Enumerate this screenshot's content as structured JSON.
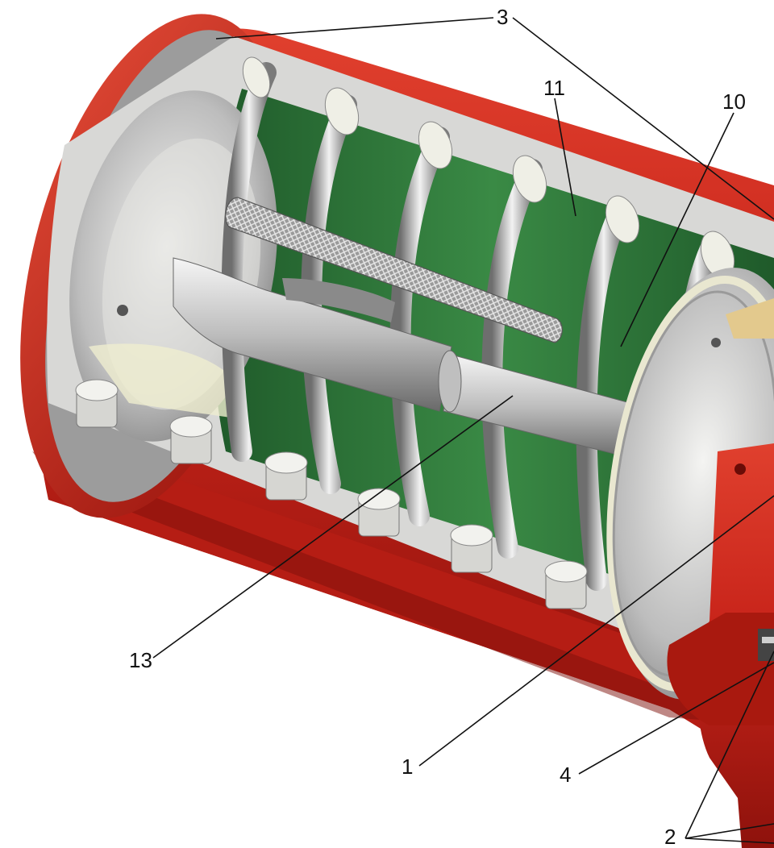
{
  "callouts": [
    {
      "id": "3",
      "label": "3"
    },
    {
      "id": "11",
      "label": "11"
    },
    {
      "id": "10",
      "label": "10"
    },
    {
      "id": "13",
      "label": "13"
    },
    {
      "id": "1",
      "label": "1"
    },
    {
      "id": "4",
      "label": "4"
    },
    {
      "id": "2",
      "label": "2"
    }
  ],
  "colors": {
    "housing_red": "#c8241a",
    "spring_green": "#2f7d3c",
    "steel": "#c9c9c9",
    "background": "#ffffff"
  }
}
